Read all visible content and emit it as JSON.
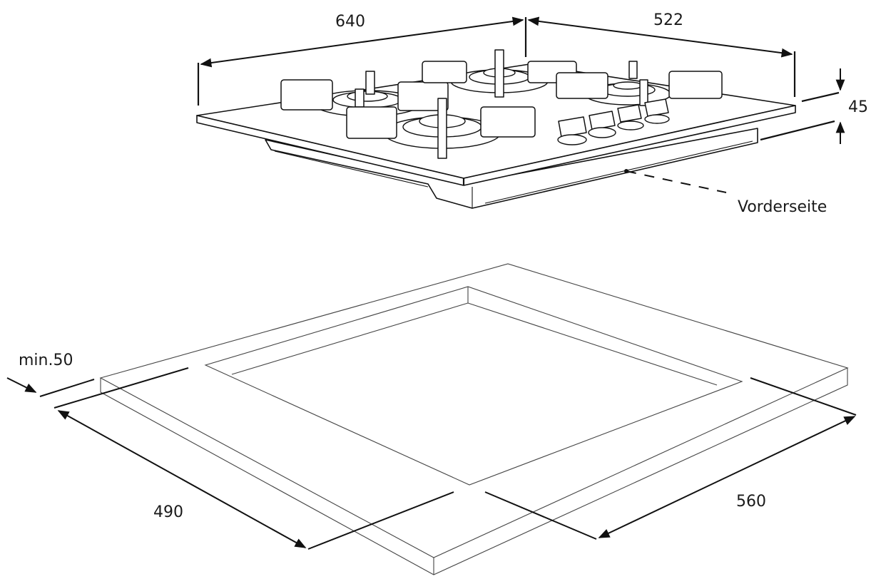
{
  "hob": {
    "dim_width": "640",
    "dim_depth": "522",
    "dim_height": "45",
    "front_label": "Vorderseite"
  },
  "cutout": {
    "dim_min_distance": "min.50",
    "dim_cut_depth": "490",
    "dim_cut_width": "560"
  }
}
